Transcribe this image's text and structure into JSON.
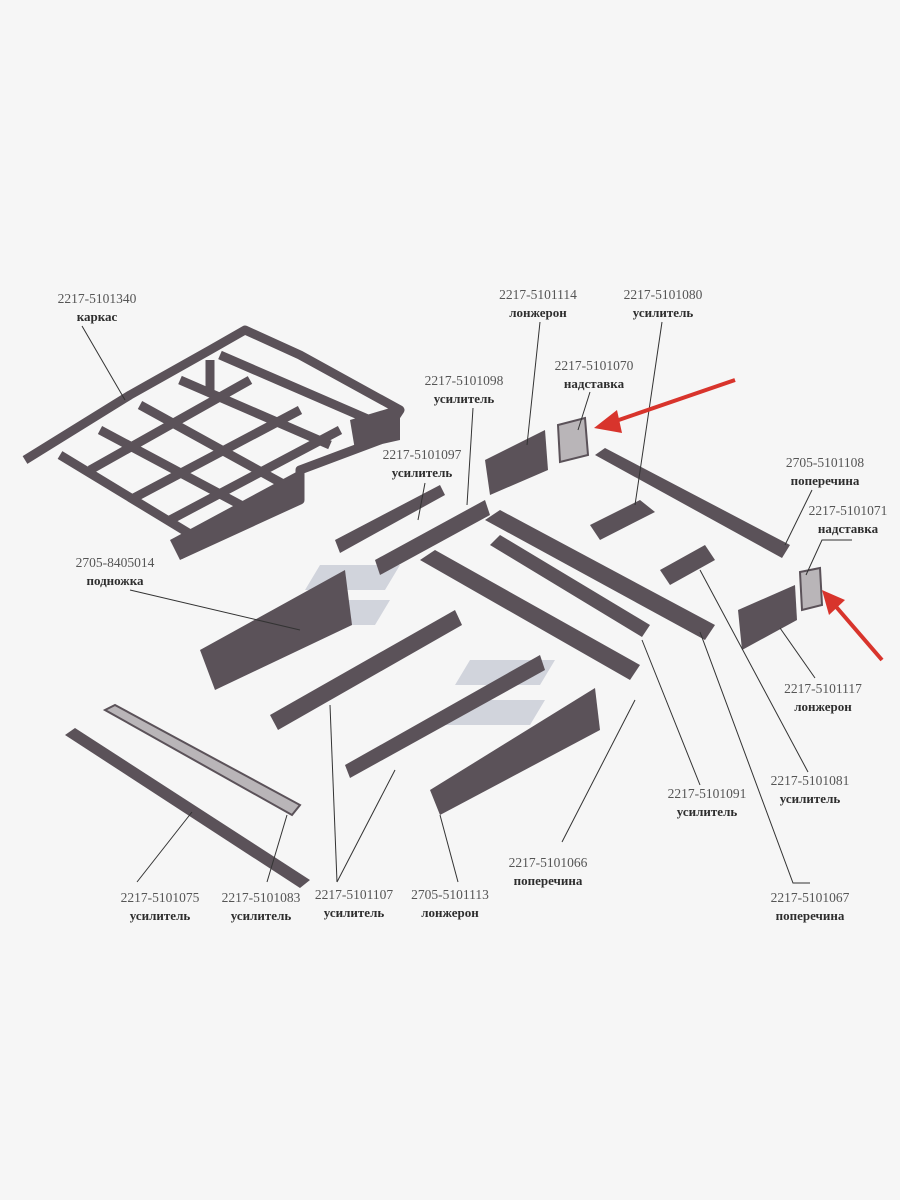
{
  "title": "Каркас основания кузова — схема деталей",
  "colors": {
    "part": "#5b5259",
    "part_light": "#b9b5b8",
    "arrow": "#d8342c",
    "leader": "#333333",
    "background": "#f6f6f6"
  },
  "labels": [
    {
      "code": "2217-5101340",
      "name": "каркас"
    },
    {
      "code": "2217-5101114",
      "name": "лонжерон"
    },
    {
      "code": "2217-5101080",
      "name": "усилитель"
    },
    {
      "code": "2217-5101070",
      "name": "надставка"
    },
    {
      "code": "2217-5101098",
      "name": "усилитель"
    },
    {
      "code": "2217-5101097",
      "name": "усилитель"
    },
    {
      "code": "2705-5101108",
      "name": "поперечина"
    },
    {
      "code": "2217-5101071",
      "name": "надставка"
    },
    {
      "code": "2705-8405014",
      "name": "подножка"
    },
    {
      "code": "2217-5101117",
      "name": "лонжерон"
    },
    {
      "code": "2217-5101081",
      "name": "усилитель"
    },
    {
      "code": "2217-5101091",
      "name": "усилитель"
    },
    {
      "code": "2217-5101066",
      "name": "поперечина"
    },
    {
      "code": "2217-5101067",
      "name": "поперечина"
    },
    {
      "code": "2217-5101075",
      "name": "усилитель"
    },
    {
      "code": "2217-5101083",
      "name": "усилитель"
    },
    {
      "code": "2217-5101107",
      "name": "усилитель"
    },
    {
      "code": "2705-5101113",
      "name": "лонжерон"
    }
  ]
}
